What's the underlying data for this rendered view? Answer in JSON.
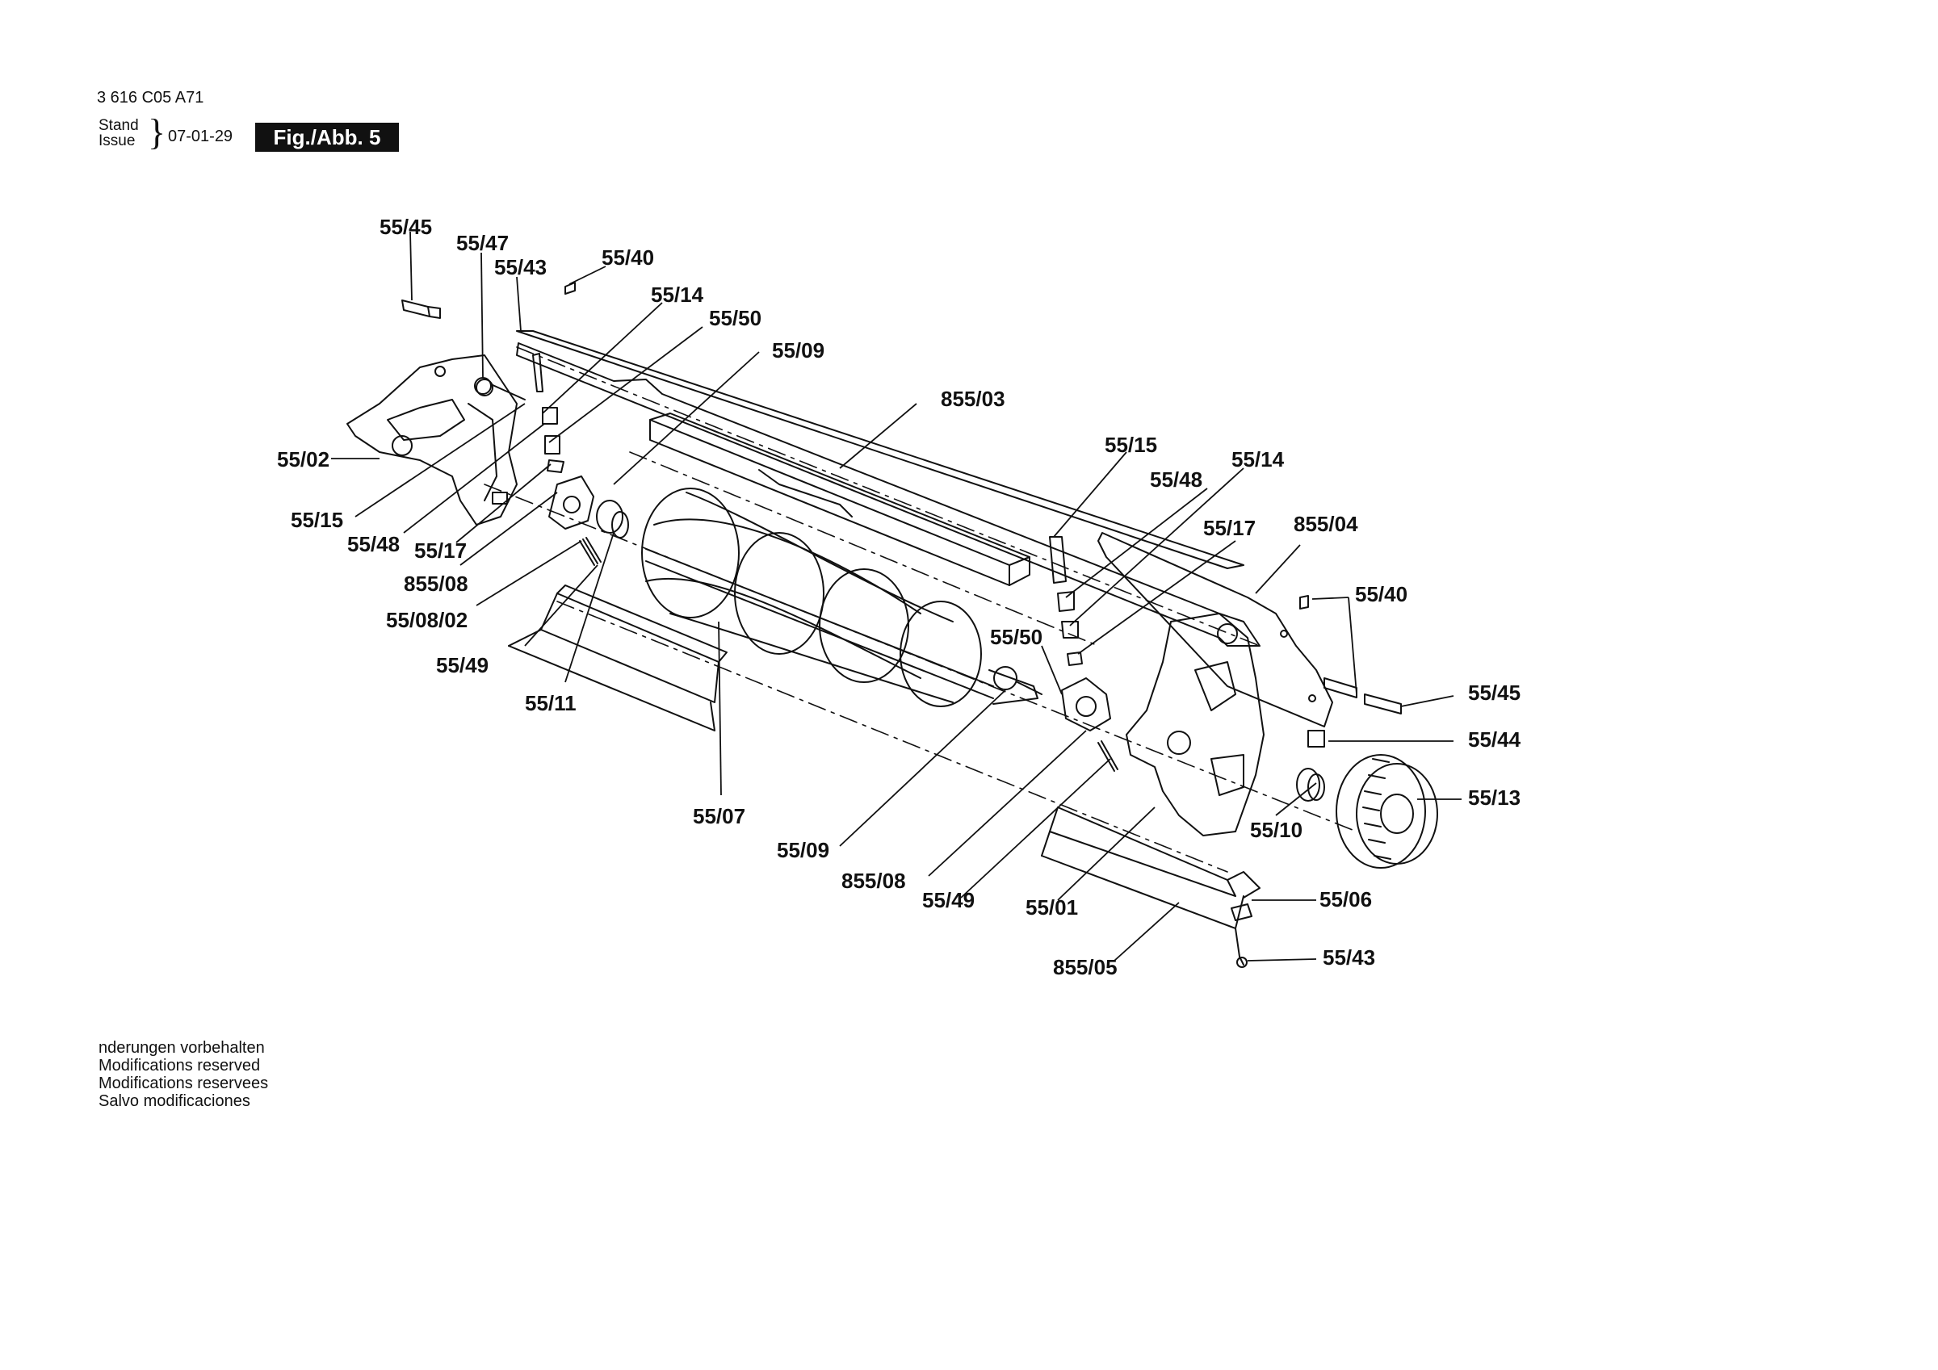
{
  "header": {
    "doc_number": "3 616 C05 A71",
    "stand_label": "Stand",
    "issue_label": "Issue",
    "date": "07-01-29",
    "figure": "Fig./Abb. 5"
  },
  "labels": {
    "p55_45a": "55/45",
    "p55_47": "55/47",
    "p55_43a": "55/43",
    "p55_40a": "55/40",
    "p55_14a": "55/14",
    "p55_50a": "55/50",
    "p55_09a": "55/09",
    "p855_03": "855/03",
    "p55_02": "55/02",
    "p55_15a": "55/15",
    "p55_48a": "55/48",
    "p55_17a": "55/17",
    "p855_08a": "855/08",
    "p55_08_02": "55/08/02",
    "p55_49a": "55/49",
    "p55_11": "55/11",
    "p55_15b": "55/15",
    "p55_48b": "55/48",
    "p55_14b": "55/14",
    "p55_17b": "55/17",
    "p855_04": "855/04",
    "p55_40b": "55/40",
    "p55_50b": "55/50",
    "p55_45b": "55/45",
    "p55_44": "55/44",
    "p55_13": "55/13",
    "p55_10": "55/10",
    "p55_07": "55/07",
    "p55_09b": "55/09",
    "p855_08b": "855/08",
    "p55_49b": "55/49",
    "p55_01": "55/01",
    "p55_06": "55/06",
    "p55_43b": "55/43",
    "p855_05": "855/05"
  },
  "notes": [
    " nderungen vorbehalten",
    "Modifications reserved",
    "Modifications reservees",
    "Salvo modificaciones"
  ]
}
